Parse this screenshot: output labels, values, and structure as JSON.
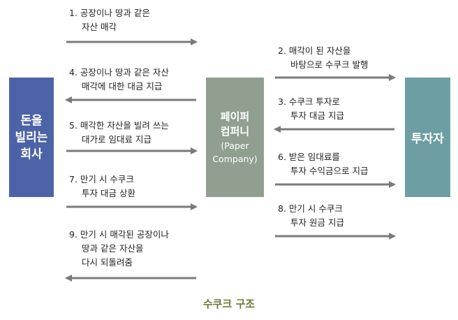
{
  "boxes": {
    "left": [
      "돈을",
      "빌리는",
      "회사"
    ],
    "middle": [
      "페이퍼",
      "컴퍼니",
      "(Paper",
      "Company)"
    ],
    "right": [
      "투자자"
    ]
  },
  "steps": [
    {
      "id": 1,
      "lines": [
        "1. 공장이나 땅과 같은",
        "자산 매각"
      ],
      "direction": "right",
      "between": "borrower-paper"
    },
    {
      "id": 2,
      "lines": [
        "2. 매각이 된 자산을",
        "바탕으로 수쿠크 발행"
      ],
      "direction": "right",
      "between": "paper-investor"
    },
    {
      "id": 3,
      "lines": [
        "3. 수쿠크 투자로",
        "투자 대금 지급"
      ],
      "direction": "left",
      "between": "paper-investor"
    },
    {
      "id": 4,
      "lines": [
        "4. 공장이나 땅과 같은 자산",
        "매각에 대한 대금 지급"
      ],
      "direction": "left",
      "between": "borrower-paper"
    },
    {
      "id": 5,
      "lines": [
        "5. 매각한 자산을 빌려 쓰는",
        "대가로 임대료 지급"
      ],
      "direction": "right",
      "between": "borrower-paper"
    },
    {
      "id": 6,
      "lines": [
        "6. 받은 임대료를",
        "투자 수익금으로 지급"
      ],
      "direction": "right",
      "between": "paper-investor"
    },
    {
      "id": 7,
      "lines": [
        "7. 만기 시 수쿠크",
        "투자 대금 상환"
      ],
      "direction": "right",
      "between": "borrower-paper"
    },
    {
      "id": 8,
      "lines": [
        "8. 만기 시 수쿠크",
        "투자 원금 지급"
      ],
      "direction": "right",
      "between": "paper-investor"
    },
    {
      "id": 9,
      "lines": [
        "9. 만기 시 매각된 공장이나",
        "땅과 같은 자산을",
        "다시 되돌려줌"
      ],
      "direction": "left",
      "between": "borrower-paper"
    }
  ],
  "caption": "수쿠크 구조",
  "colors": {
    "borrower": "#4d63a7",
    "paper": "#909f90",
    "investor": "#6c9ea3",
    "arrow": "#7a7a7a",
    "caption": "#6b7a3a"
  }
}
